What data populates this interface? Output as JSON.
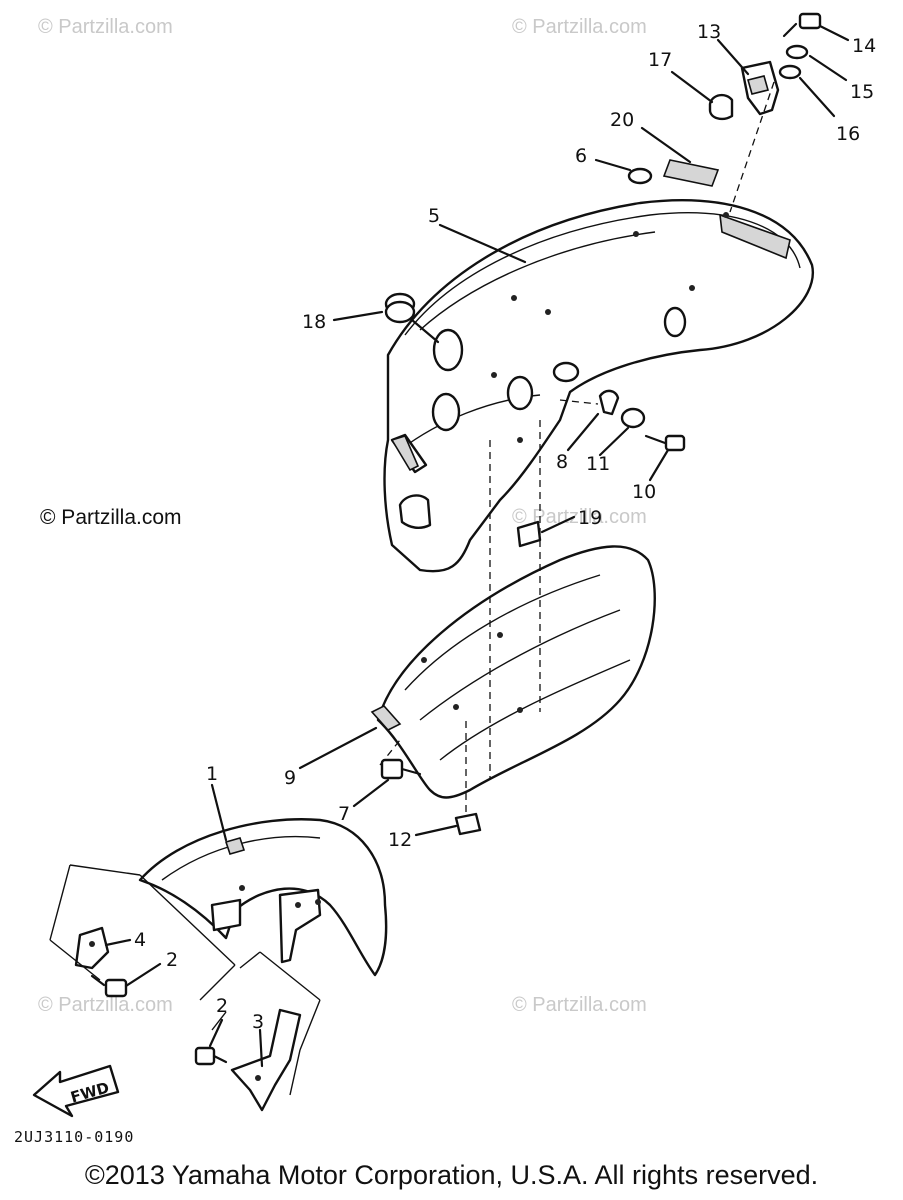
{
  "watermarks": {
    "top_left": "© Partzilla.com",
    "top_right": "© Partzilla.com",
    "middle_left": "© Partzilla.com",
    "middle_right": "© Partzilla.com",
    "bottom_left": "© Partzilla.com",
    "bottom_right": "© Partzilla.com"
  },
  "callouts": [
    "1",
    "2",
    "2",
    "3",
    "4",
    "5",
    "6",
    "7",
    "8",
    "9",
    "10",
    "11",
    "12",
    "13",
    "14",
    "15",
    "16",
    "17",
    "18",
    "19",
    "20"
  ],
  "direction_arrow": {
    "label": "FWD"
  },
  "diagram_code": "2UJ3110-0190",
  "copyright": "©2013 Yamaha Motor Corporation, U.S.A. All rights reserved."
}
